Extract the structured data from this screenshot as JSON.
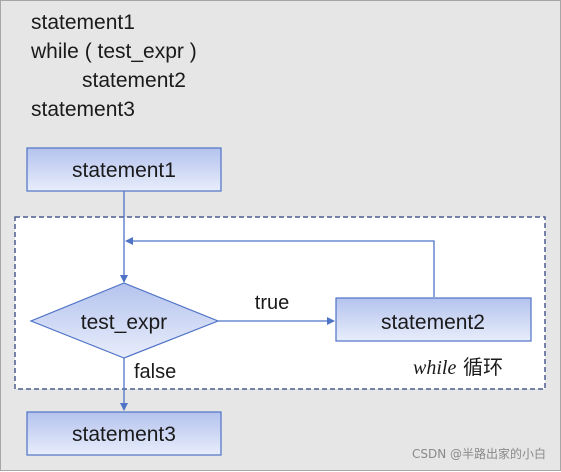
{
  "code": {
    "line1": "statement1",
    "line2": "while ( test_expr )",
    "line3": "statement2",
    "line4": "statement3"
  },
  "flowchart": {
    "start_box": "statement1",
    "condition": "test_expr",
    "body_box": "statement2",
    "end_box": "statement3",
    "true_label": "true",
    "false_label": "false",
    "loop_keyword": "while",
    "loop_caption": "循环"
  },
  "colors": {
    "box_fill_top": "#b4c3ee",
    "box_fill_bottom": "#e8edfb",
    "box_stroke": "#4f73c6",
    "arrow": "#4f73c6",
    "loop_border": "#4a5f8c",
    "background": "#e6e6e6"
  },
  "watermark": "CSDN @半路出家的小白"
}
